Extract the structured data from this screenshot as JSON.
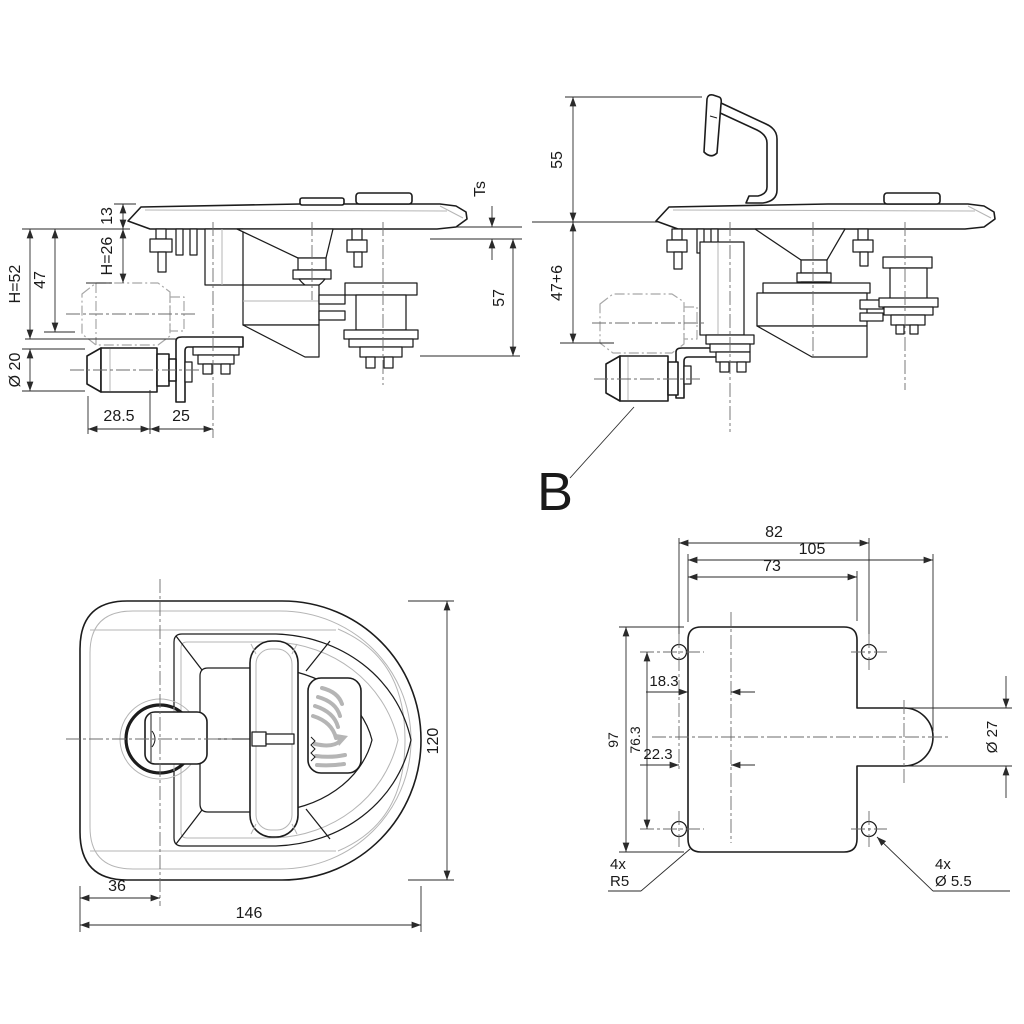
{
  "colors": {
    "line": "#1c1c1c",
    "dim_line": "#2a2a2a",
    "light_line": "#b5b5b5",
    "phantom_line": "#a8a8a8",
    "background": "#ffffff",
    "text": "#1a1a1a"
  },
  "views": {
    "side_flush": {
      "dims": {
        "plate_13": "13",
        "h26": "H=26",
        "h52": "H=52",
        "d47": "47",
        "dia20": "Ø 20",
        "w285": "28.5",
        "w25": "25",
        "ts": "Ts",
        "d57": "57"
      }
    },
    "side_raised": {
      "dims": {
        "h55": "55",
        "h476": "47+6"
      },
      "callout_b": "B"
    },
    "front": {
      "dims": {
        "off36": "36",
        "w146": "146",
        "h120": "120"
      }
    },
    "cutout": {
      "dims": {
        "x82": "82",
        "w105": "105",
        "w73": "73",
        "e183": "18.3",
        "h97": "97",
        "y763": "76.3",
        "c223": "22.3",
        "dia27": "Ø 27"
      },
      "notes": {
        "r_qty": "4x",
        "r_val": "R5",
        "d_qty": "4x",
        "d_val": "Ø 5.5"
      }
    }
  }
}
